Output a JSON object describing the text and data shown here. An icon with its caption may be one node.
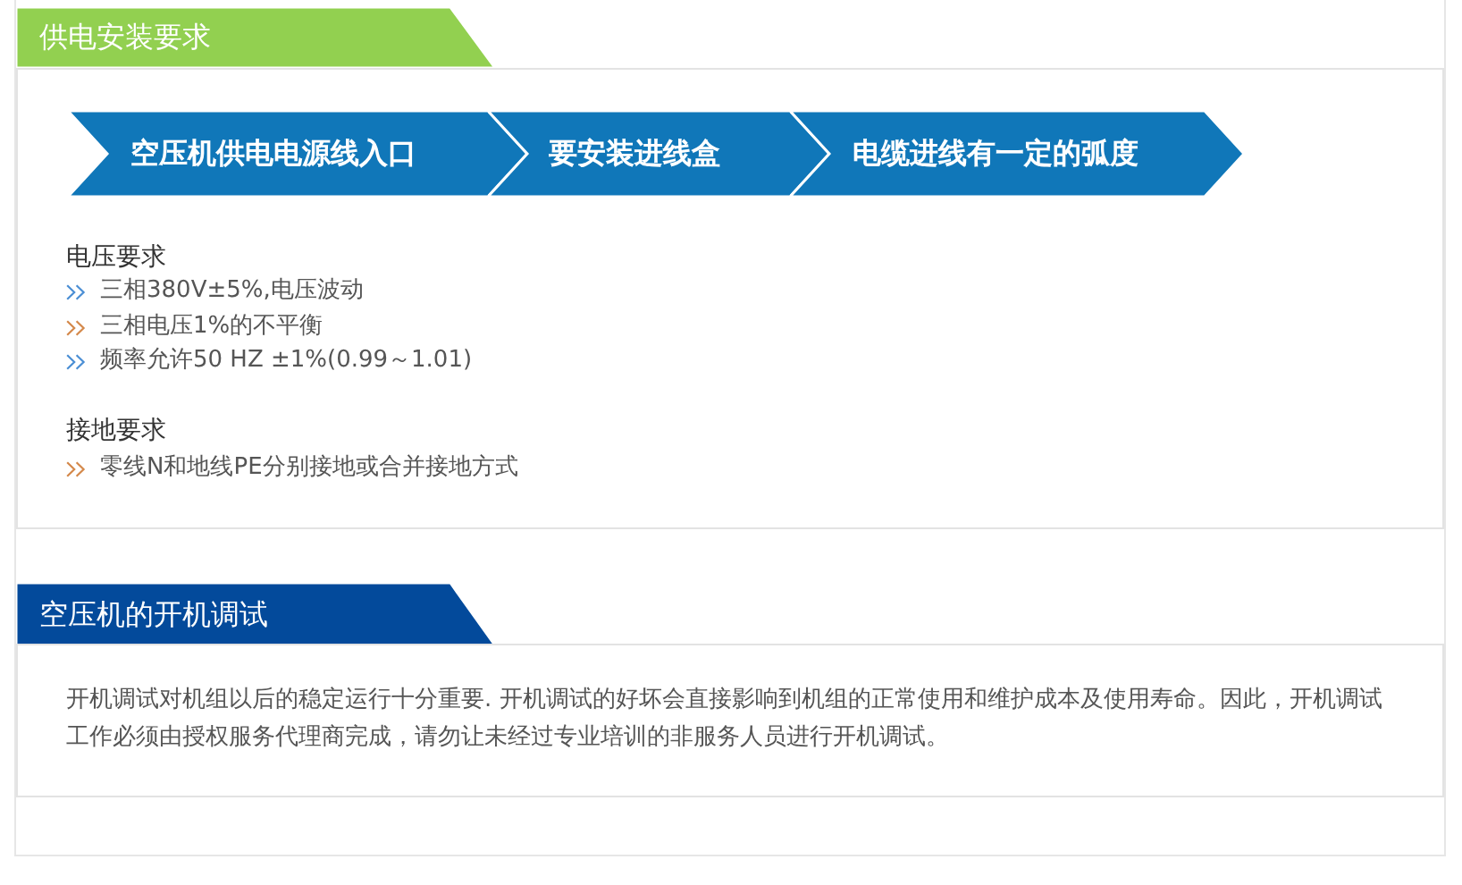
{
  "diagram": {
    "nodes": [
      {
        "text": [
          "供电安装要求"
        ]
      },
      {
        "text": [
          "电压要求",
          "三相380V±5%,电压波动",
          "三相电压1%的不平衡",
          "频率允许50 HZ ±1%(0.99～1.01)",
          "接地要求",
          "零线N和地线PE分别接地或合并接地方式"
        ]
      },
      {
        "text": [
          "空压机供电电源线入口"
        ],
        "in": 1
      },
      {
        "text": [
          "要安装进线盒"
        ],
        "in": 1
      },
      {
        "text": [
          "电缆进线有一定的弧度"
        ],
        "in": 1
      },
      {
        "text": [
          "空压机的开机调试"
        ]
      },
      {
        "text": [
          "开机调试对机组以后的稳定运行十分重要. 开机调试的好坏会直接影响到机组的正常使用和维护成本及使用寿命。因此，开机调试工作必须由授权服务代理商完成，请勿让未经过专业培训的非服务人员进行开机调试。"
        ]
      }
    ]
  }
}
